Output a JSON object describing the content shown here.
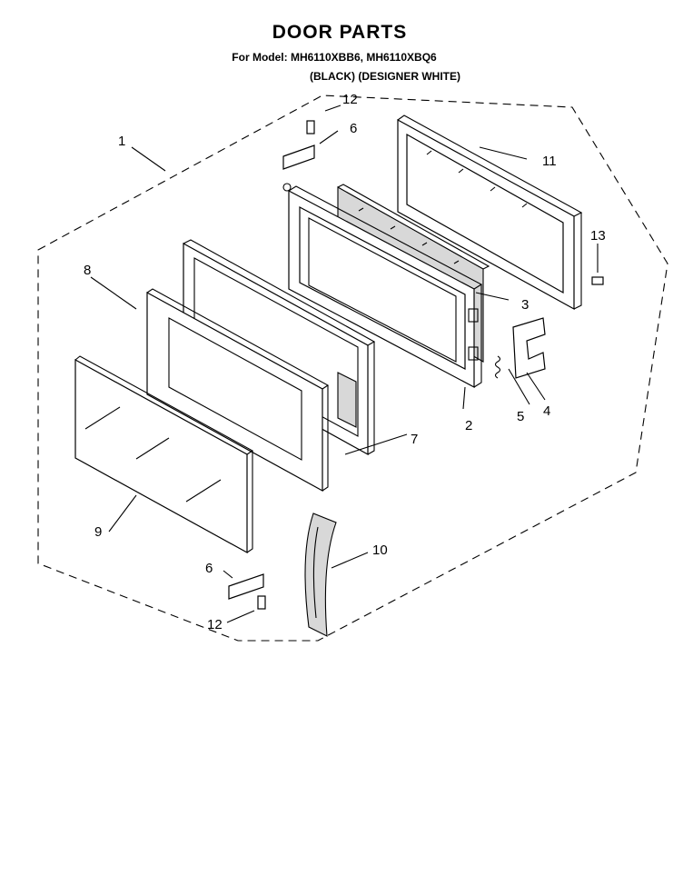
{
  "header": {
    "title": "DOOR PARTS",
    "model_line": "For Model: MH6110XBB6, MH6110XBQ6",
    "color_line": "(BLACK)      (DESIGNER WHITE)"
  },
  "callouts": {
    "c1": "1",
    "c2": "2",
    "c3": "3",
    "c4": "4",
    "c5": "5",
    "c6a": "6",
    "c6b": "6",
    "c7": "7",
    "c8": "8",
    "c9": "9",
    "c10": "10",
    "c11": "11",
    "c12a": "12",
    "c12b": "12",
    "c13": "13"
  }
}
